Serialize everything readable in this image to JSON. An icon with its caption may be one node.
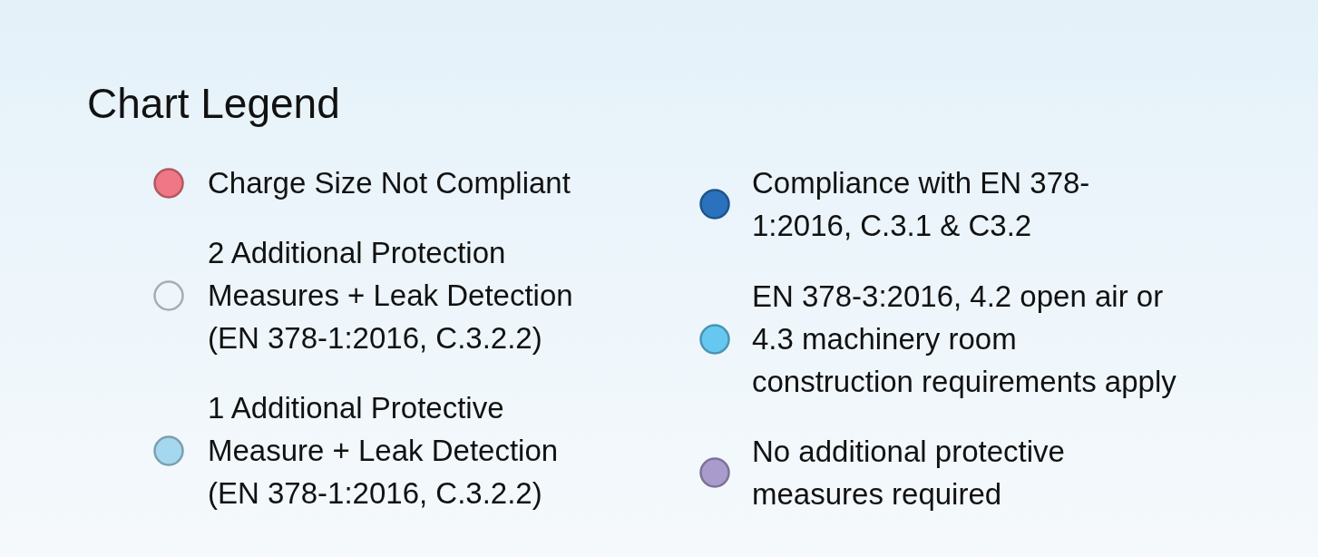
{
  "diagram": {
    "title": "Chart Legend",
    "legend": [
      {
        "text": "Charge Size Not Compliant",
        "color": "#f07785"
      },
      {
        "text": "2 Additional Protection Measures + Leak Detection (EN 378-1:2016, C.3.2.2)"
      },
      {
        "text": "1 Additional Protective Measure + Leak Detection (EN 378-1:2016, C.3.2.2)",
        "color": "#a5d8ee"
      },
      {
        "text": "Compliance with EN 378-1:2016, C.3.1 & C3.2",
        "color": "#2a72bd"
      },
      {
        "text": "EN 378-3:2016, 4.2 open air or 4.3 machinery room construction requirements apply",
        "color": "#66c8f0"
      },
      {
        "text": "No additional protective measures required",
        "color": "#a99bcc"
      }
    ]
  }
}
